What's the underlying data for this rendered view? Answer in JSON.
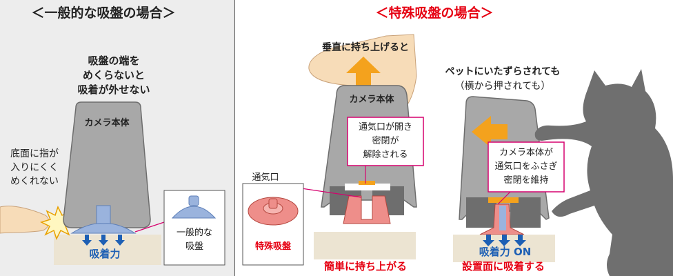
{
  "left": {
    "heading": "＜一般的な吸盤の場合＞",
    "desc_lines": [
      "吸盤の端を",
      "めくらないと",
      "吸着が外せない"
    ],
    "side_lines": [
      "底面に指が",
      "入りにくく",
      "めくれない"
    ],
    "camera_label": "カメラ本体",
    "suction_label": "吸着力",
    "inset_lines": [
      "一般的な",
      "吸盤"
    ]
  },
  "middle": {
    "heading": "＜特殊吸盤の場合＞",
    "lift_text": "垂直に持ち上げると",
    "camera_label": "カメラ本体",
    "callout_lines": [
      "通気口が開き",
      "密閉が",
      "解除される"
    ],
    "vent_label": "通気口",
    "special_label": "特殊吸盤",
    "bottom_label": "簡単に持ち上がる"
  },
  "right": {
    "pet_lines": [
      "ペットにいたずらされても",
      "（横から押されても）"
    ],
    "callout_lines": [
      "カメラ本体が",
      "通気口をふさぎ",
      "密閉を維持"
    ],
    "suction_label": "吸着力 ON",
    "bottom_label": "設置面に吸着する"
  },
  "colors": {
    "left_bg": "#ededed",
    "camera_fill": "#a8a8a8",
    "accent_red": "#e60012",
    "suction_blue": "#1d5fb4",
    "suction_light": "#9ab3dd",
    "surface_beige": "#ece4d2",
    "orange_arrow": "#f4a21d",
    "callout_border": "#d6006e",
    "sucker_pink": "#ee8e8a",
    "cat_gray": "#6f6f6f",
    "hand_skin": "#f7dcb8"
  }
}
